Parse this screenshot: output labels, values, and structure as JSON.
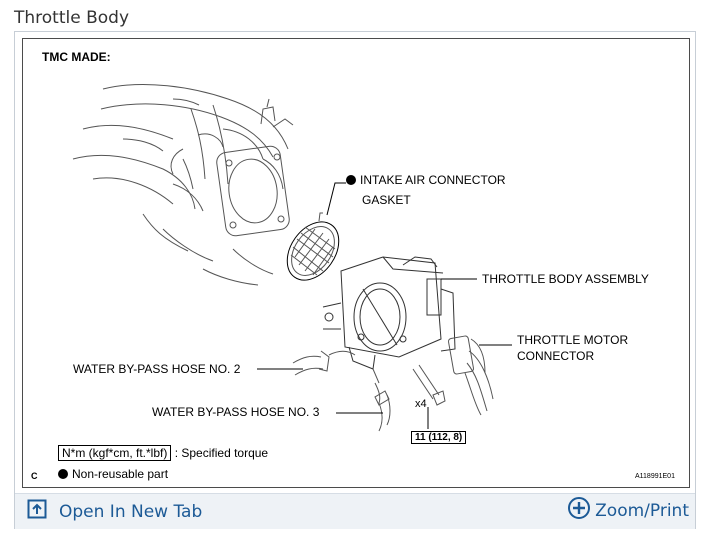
{
  "page": {
    "title": "Throttle Body"
  },
  "diagram": {
    "header": "TMC MADE:",
    "labels": {
      "intake_air_connector": "INTAKE AIR CONNECTOR",
      "gasket": "GASKET",
      "throttle_body_assembly": "THROTTLE BODY ASSEMBLY",
      "throttle_motor_connector_line1": "THROTTLE MOTOR",
      "throttle_motor_connector_line2": "CONNECTOR",
      "water_bypass_hose_2": "WATER BY-PASS HOSE NO. 2",
      "water_bypass_hose_3": "WATER BY-PASS HOSE NO. 3",
      "bolt_count": "x4",
      "torque_value": "11 (112, 8)"
    },
    "legend": {
      "torque_unit": "N*m (kgf*cm, ft.*lbf)",
      "torque_desc": ": Specified torque",
      "non_reusable": "Non-reusable part"
    },
    "corner_letter": "C",
    "figure_code": "A118991E01"
  },
  "footer": {
    "open_tab_label": "Open In New Tab",
    "zoom_label": "Zoom/Print"
  },
  "colors": {
    "link": "#1c5a96",
    "footer_bg": "#eef2f6"
  },
  "icons": {
    "open_tab": "open-in-new-tab-icon",
    "zoom": "plus-circle-icon"
  }
}
